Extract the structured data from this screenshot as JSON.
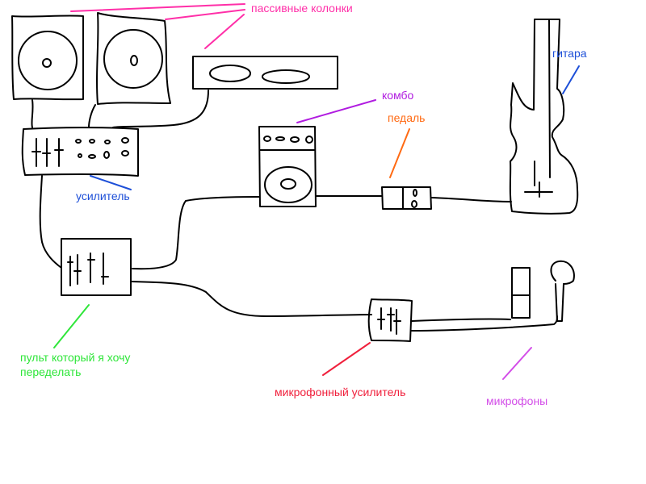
{
  "labels": {
    "passive_speakers": "пассивные колонки",
    "guitar": "гитара",
    "combo": "комбо",
    "pedal": "педаль",
    "amplifier": "усилитель",
    "mixer": "пульт который я хочу\nпеределать",
    "mic_preamp": "микрофонный усилитель",
    "microphones": "микрофоны"
  },
  "colors": {
    "passive_speakers": "#ff2fa8",
    "guitar": "#1d4fd8",
    "combo": "#b01be0",
    "pedal": "#ff6a13",
    "amplifier": "#1d4fd8",
    "mixer": "#2fe63a",
    "mic_preamp": "#f0203c",
    "microphones": "#d34ee8"
  }
}
